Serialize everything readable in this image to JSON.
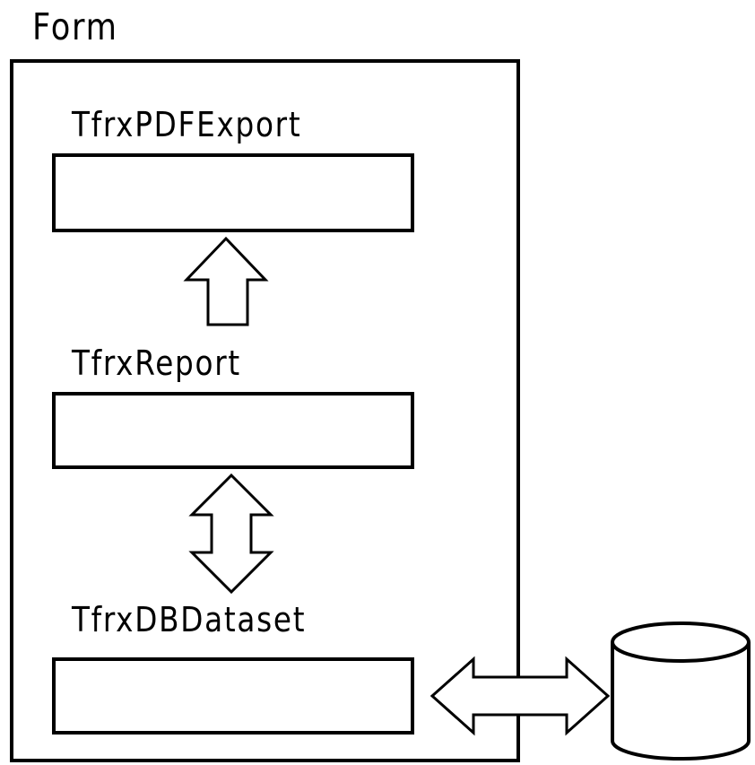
{
  "form": {
    "title": "Form"
  },
  "components": [
    {
      "name": "TfrxPDFExport"
    },
    {
      "name": "TfrxReport"
    },
    {
      "name": "TfrxDBDataset"
    }
  ],
  "connections": [
    {
      "from": "TfrxReport",
      "to": "TfrxPDFExport",
      "direction": "one-way"
    },
    {
      "from": "TfrxReport",
      "to": "TfrxDBDataset",
      "direction": "two-way"
    },
    {
      "from": "TfrxDBDataset",
      "to": "database",
      "direction": "two-way"
    }
  ],
  "colors": {
    "stroke": "#000000",
    "fill": "#ffffff"
  },
  "icons": {
    "database": "database-cylinder-icon"
  }
}
